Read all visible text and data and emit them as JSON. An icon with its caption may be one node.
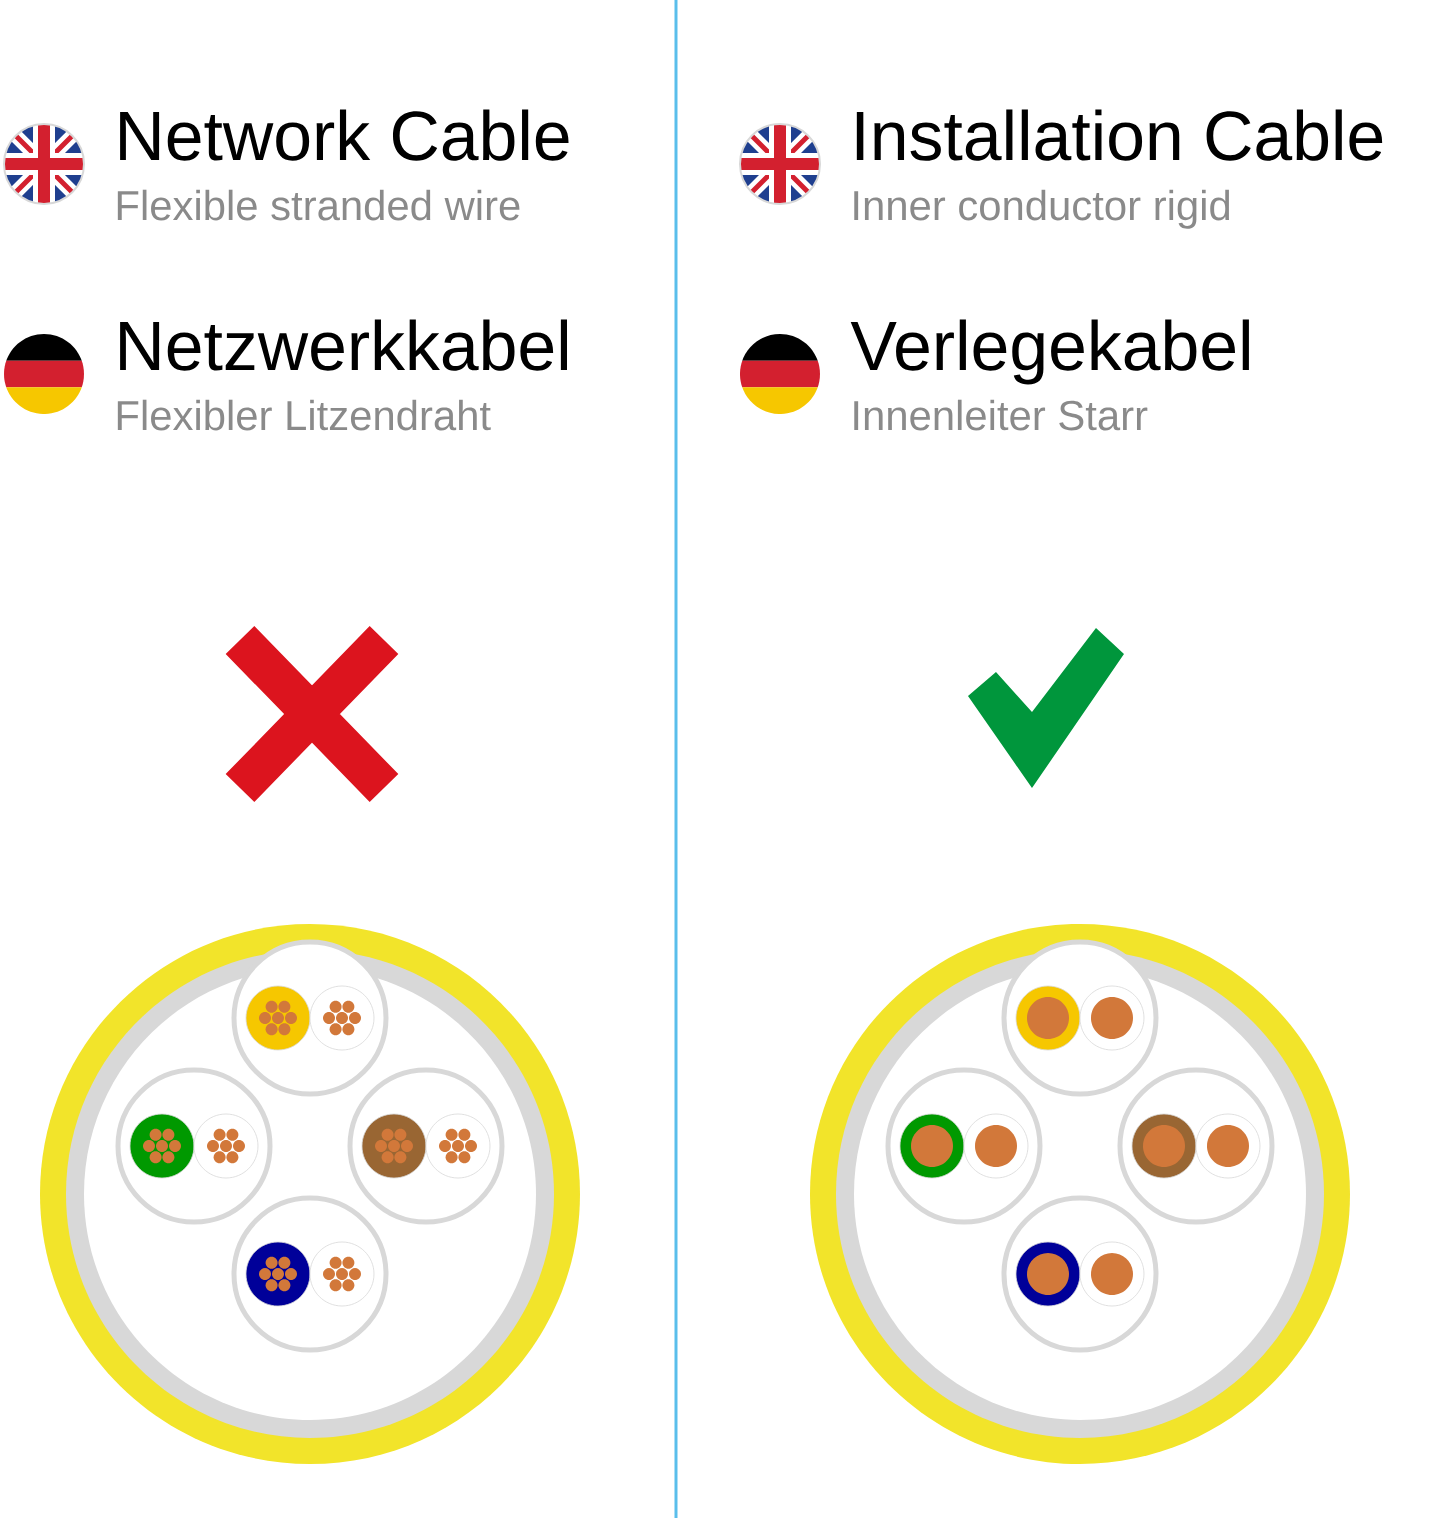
{
  "diagram": {
    "labels": [
      "Network Cable",
      "Flexible stranded wire",
      "Netzwerkkabel",
      "Flexibler Litzendraht",
      "Installation Cable",
      "Inner conductor rigid",
      "Verlegekabel",
      "Innenleiter Starr"
    ]
  }
}
